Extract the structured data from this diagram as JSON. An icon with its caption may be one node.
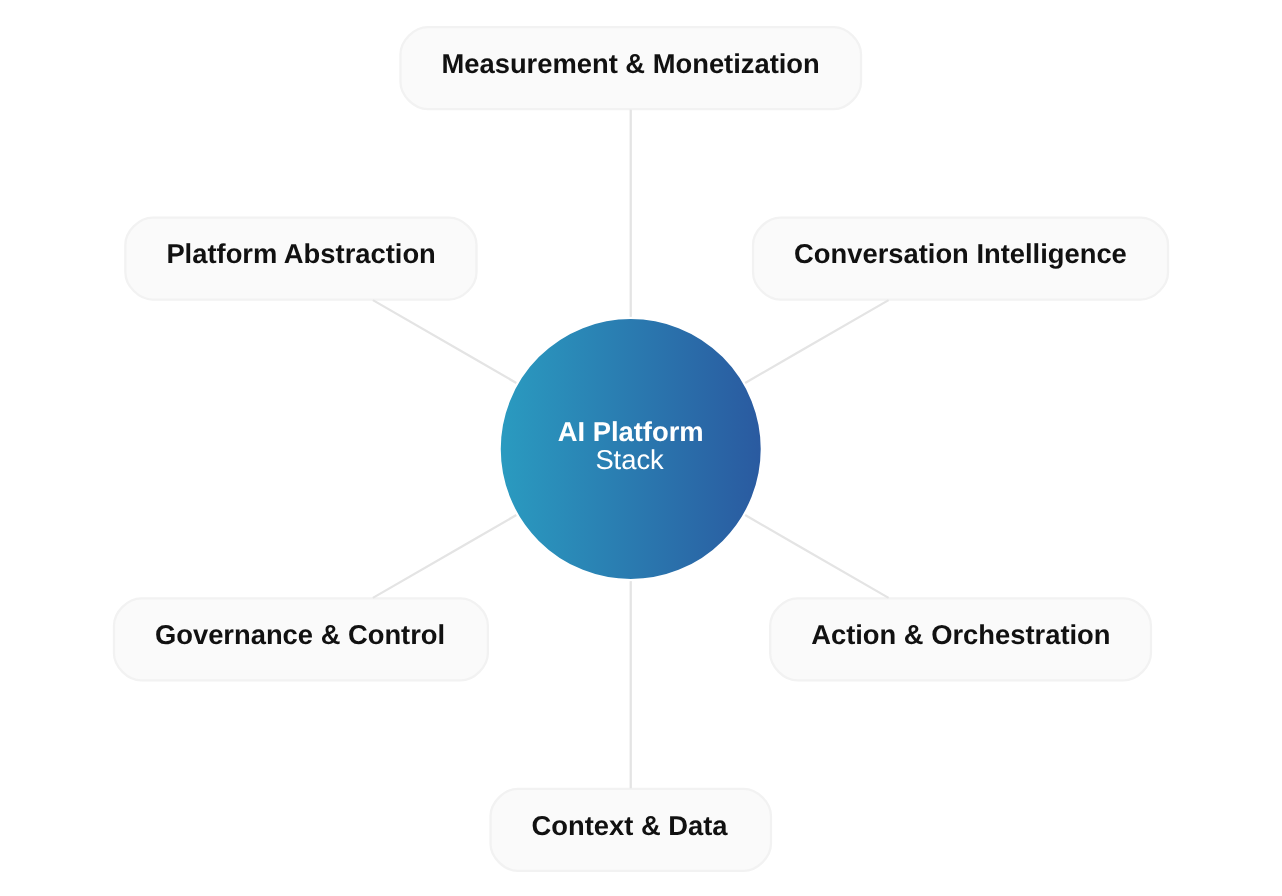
{
  "diagram": {
    "nodes": [
      {
        "text": [
          "AI Platform",
          "Stack"
        ]
      },
      {
        "text": [
          "Conversation Intelligence"
        ]
      },
      {
        "text": [
          "Measurement & Monetization"
        ]
      },
      {
        "text": [
          "Platform Abstraction"
        ]
      },
      {
        "text": [
          "Governance & Control"
        ]
      },
      {
        "text": [
          "Context & Data"
        ]
      },
      {
        "text": [
          "Action & Orchestration"
        ]
      }
    ],
    "edges": [
      {
        "from": 0,
        "to": 1,
        "arrow": "none"
      },
      {
        "from": 0,
        "to": 2,
        "arrow": "none"
      },
      {
        "from": 0,
        "to": 3,
        "arrow": "none"
      },
      {
        "from": 0,
        "to": 4,
        "arrow": "none"
      },
      {
        "from": 0,
        "to": 5,
        "arrow": "none"
      },
      {
        "from": 0,
        "to": 6,
        "arrow": "none"
      }
    ]
  }
}
